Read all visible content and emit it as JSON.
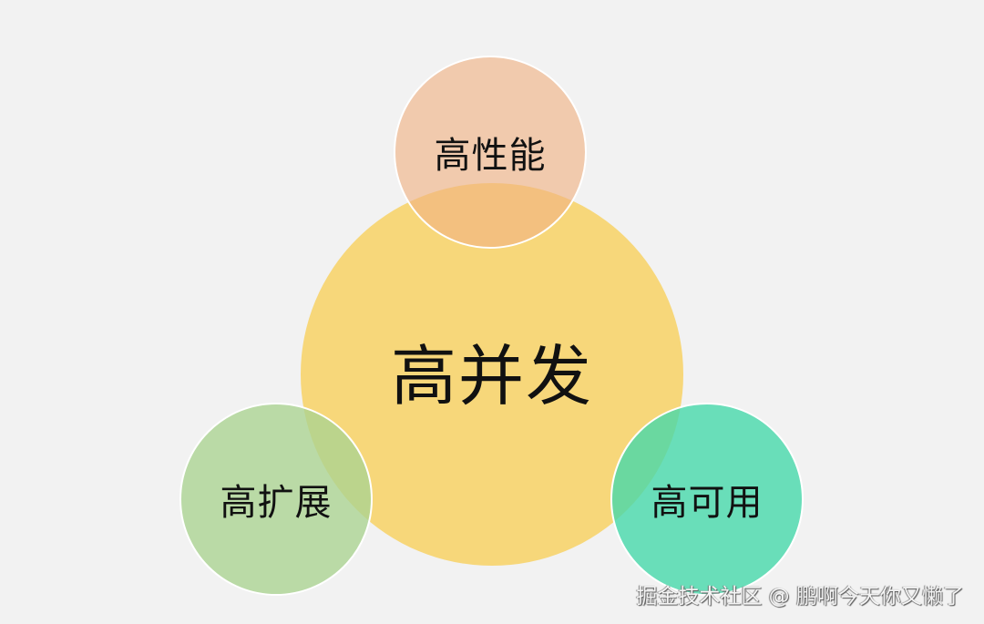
{
  "diagram": {
    "center": {
      "label": "高并发",
      "color": "#f7d870"
    },
    "satellites": [
      {
        "position": "top",
        "label": "高性能",
        "color": "#f2c4a4"
      },
      {
        "position": "bottom-left",
        "label": "高扩展",
        "color": "#b9dba4"
      },
      {
        "position": "bottom-right",
        "label": "高可用",
        "color": "#66dfb9"
      }
    ],
    "background": "#f2f2f2"
  },
  "watermark": {
    "text": "掘金技术社区 @ 鹏啊今天你又懒了"
  }
}
